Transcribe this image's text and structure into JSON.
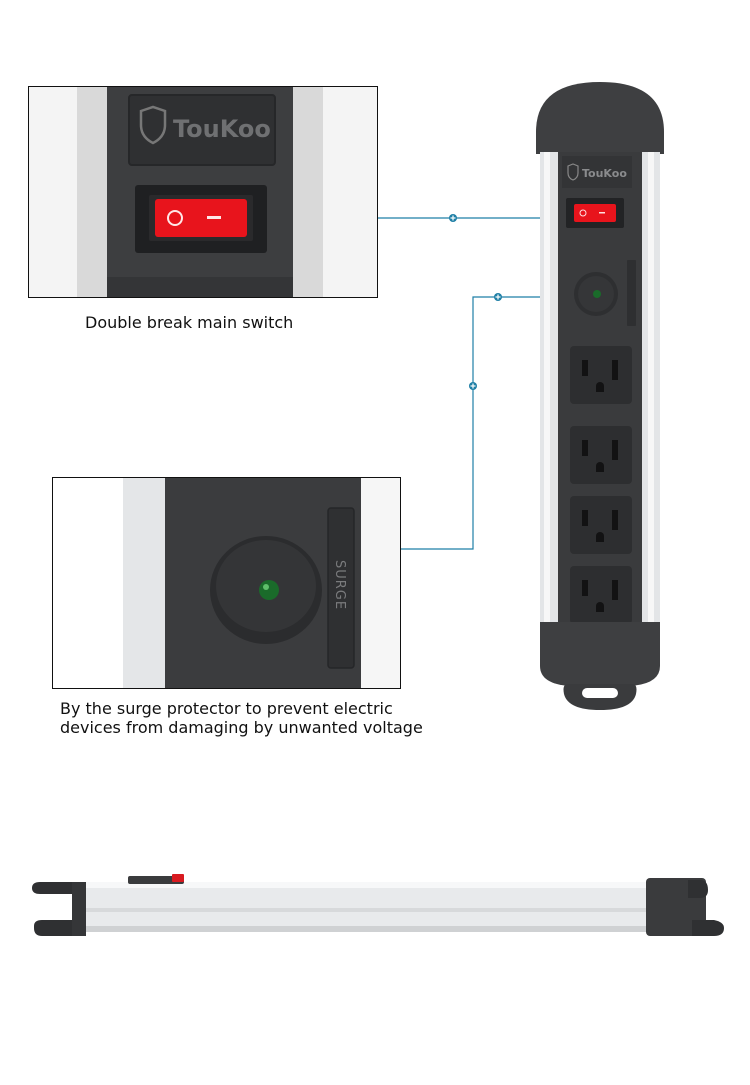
{
  "brand": {
    "logo_text": "TouKoo"
  },
  "switch_panel": {
    "caption": "Double break main switch"
  },
  "surge_panel": {
    "label": "SURGE",
    "caption_line1": "By the surge protector to prevent electric",
    "caption_line2": "devices from damaging by unwanted voltage"
  },
  "product": {
    "outlet_count": 4
  },
  "colors": {
    "accent_line": "#1f7fa6",
    "switch_red": "#e8141c",
    "surge_led": "#1a6b2a",
    "housing_dark": "#3a3b3d",
    "rail_silver": "#e6e8ea"
  }
}
